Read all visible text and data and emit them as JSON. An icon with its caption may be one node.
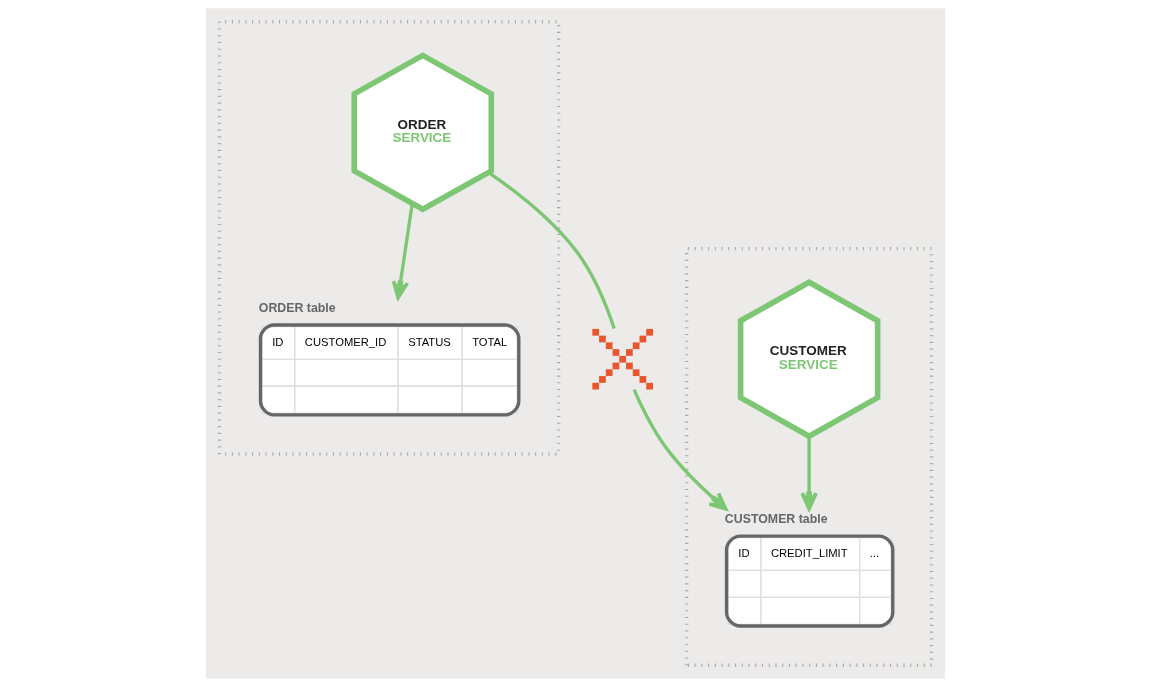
{
  "diagram": {
    "nodes": [
      {
        "text": [],
        "shape": "box"
      },
      {
        "text": [
          "ORDER",
          "SERVICE"
        ],
        "in": 0
      },
      {
        "text": [
          "ORDER table",
          "ID",
          "CUSTOMER_ID",
          "STATUS",
          "TOTAL"
        ],
        "in": 0
      },
      {
        "text": [],
        "shape": "box"
      },
      {
        "text": [
          "CUSTOMER",
          "SERVICE"
        ],
        "in": 3
      },
      {
        "text": [
          "CUSTOMER table",
          "ID",
          "CREDIT_LIMIT",
          "..."
        ],
        "in": 3
      },
      {
        "text": [],
        "shape": "cross"
      }
    ],
    "edges": [
      {
        "from": 1,
        "to": 2,
        "arrow": "to"
      },
      {
        "from": 1,
        "to": 6,
        "arrow": "none"
      },
      {
        "from": 6,
        "to": 5,
        "arrow": "to"
      },
      {
        "from": 4,
        "to": 5,
        "arrow": "to"
      }
    ]
  }
}
